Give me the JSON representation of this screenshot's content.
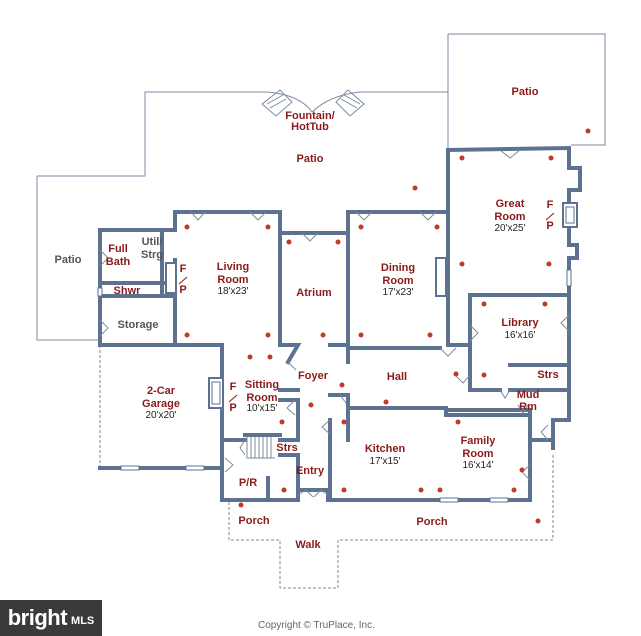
{
  "rooms": {
    "fountain_hottub": "Fountain/",
    "fountain_hottub_2": "HotTub",
    "patio_top_right": "Patio",
    "patio_center": "Patio",
    "patio_left": "Patio",
    "great_room": "Great",
    "great_room_2": "Room",
    "great_room_dim": "20'x25'",
    "full_bath": "Full",
    "full_bath_2": "Bath",
    "util_strg": "Util/",
    "util_strg_2": "Strg",
    "living_room": "Living",
    "living_room_2": "Room",
    "living_room_dim": "18'x23'",
    "atrium": "Atrium",
    "dining_room": "Dining",
    "dining_room_2": "Room",
    "dining_room_dim": "17'x23'",
    "shwr": "Shwr",
    "storage": "Storage",
    "library": "Library",
    "library_dim": "16'x16'",
    "garage": "2-Car",
    "garage_2": "Garage",
    "garage_dim": "20'x20'",
    "foyer": "Foyer",
    "hall": "Hall",
    "sitting_room": "Sitting",
    "sitting_room_2": "Room",
    "sitting_room_dim": "10'x15'",
    "strs_right": "Strs",
    "mud_rm": "Mud",
    "mud_rm_2": "Rm",
    "strs_center": "Strs",
    "kitchen": "Kitchen",
    "kitchen_dim": "17'x15'",
    "family_room": "Family",
    "family_room_2": "Room",
    "family_room_dim": "16'x14'",
    "entry": "Entry",
    "pr": "P/R",
    "porch_left": "Porch",
    "porch_right": "Porch",
    "walk": "Walk"
  },
  "fireplaces": {
    "great": "F",
    "great_2": "P",
    "living": "F",
    "living_2": "P",
    "sitting": "F",
    "sitting_2": "P"
  },
  "branding": {
    "logo_text": "bright",
    "logo_suffix": "MLS",
    "copyright": "Copyright © TruPlace, Inc."
  }
}
